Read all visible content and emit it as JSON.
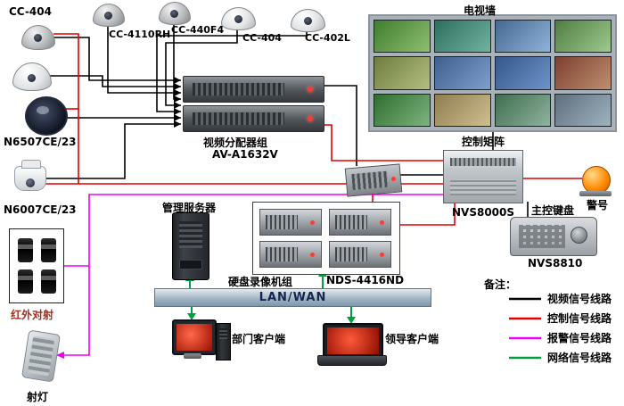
{
  "colors": {
    "video": "#000000",
    "control": "#e00000",
    "alarm": "#f000f0",
    "network": "#00a040"
  },
  "cameras": {
    "cc404_left": "CC-404",
    "cc4110rh": "CC-4110RH",
    "cc440f4": "CC-440F4",
    "cc404_top": "CC-404",
    "cc402l": "CC-402L",
    "n6507": "N6507CE/23",
    "n6007": "N6007CE/23"
  },
  "left_devices": {
    "infrared_label": "红外对射",
    "spotlight_label": "射灯"
  },
  "distributor": {
    "name": "视频分配器组",
    "model": "AV-A1632V"
  },
  "tvwall": {
    "label": "电视墙"
  },
  "matrix": {
    "label": "控制矩阵",
    "model": "NVS8000S"
  },
  "alarm_device": {
    "label": "警号"
  },
  "keyboard": {
    "label": "主控键盘",
    "model": "NVS8810"
  },
  "server": {
    "label": "管理服务器"
  },
  "dvr": {
    "name": "硬盘录像机组",
    "model": "NDS-4416ND"
  },
  "lanwan": {
    "label": "LAN/WAN"
  },
  "clients": {
    "dept": "部门客户端",
    "leader": "领导客户端"
  },
  "legend": {
    "title": "备注：",
    "items": [
      {
        "label": "视频信号线路",
        "color": "#000000"
      },
      {
        "label": "控制信号线路",
        "color": "#e00000"
      },
      {
        "label": "报警信号线路",
        "color": "#f000f0"
      },
      {
        "label": "网络信号线路",
        "color": "#00a040"
      }
    ]
  }
}
